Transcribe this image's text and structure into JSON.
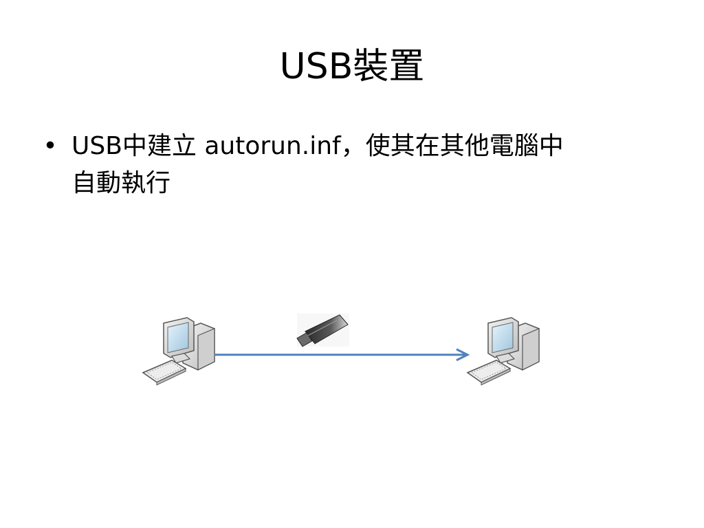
{
  "slide": {
    "title": "USB裝置",
    "bullets": [
      {
        "marker": "•",
        "lines": [
          "USB中建立 autorun.inf，使其在其他電腦中",
          "自動執行"
        ]
      }
    ]
  },
  "diagram": {
    "arrow_color": "#4f81bd",
    "icons": [
      "source-computer-icon",
      "usb-drive-icon",
      "target-computer-icon"
    ]
  }
}
